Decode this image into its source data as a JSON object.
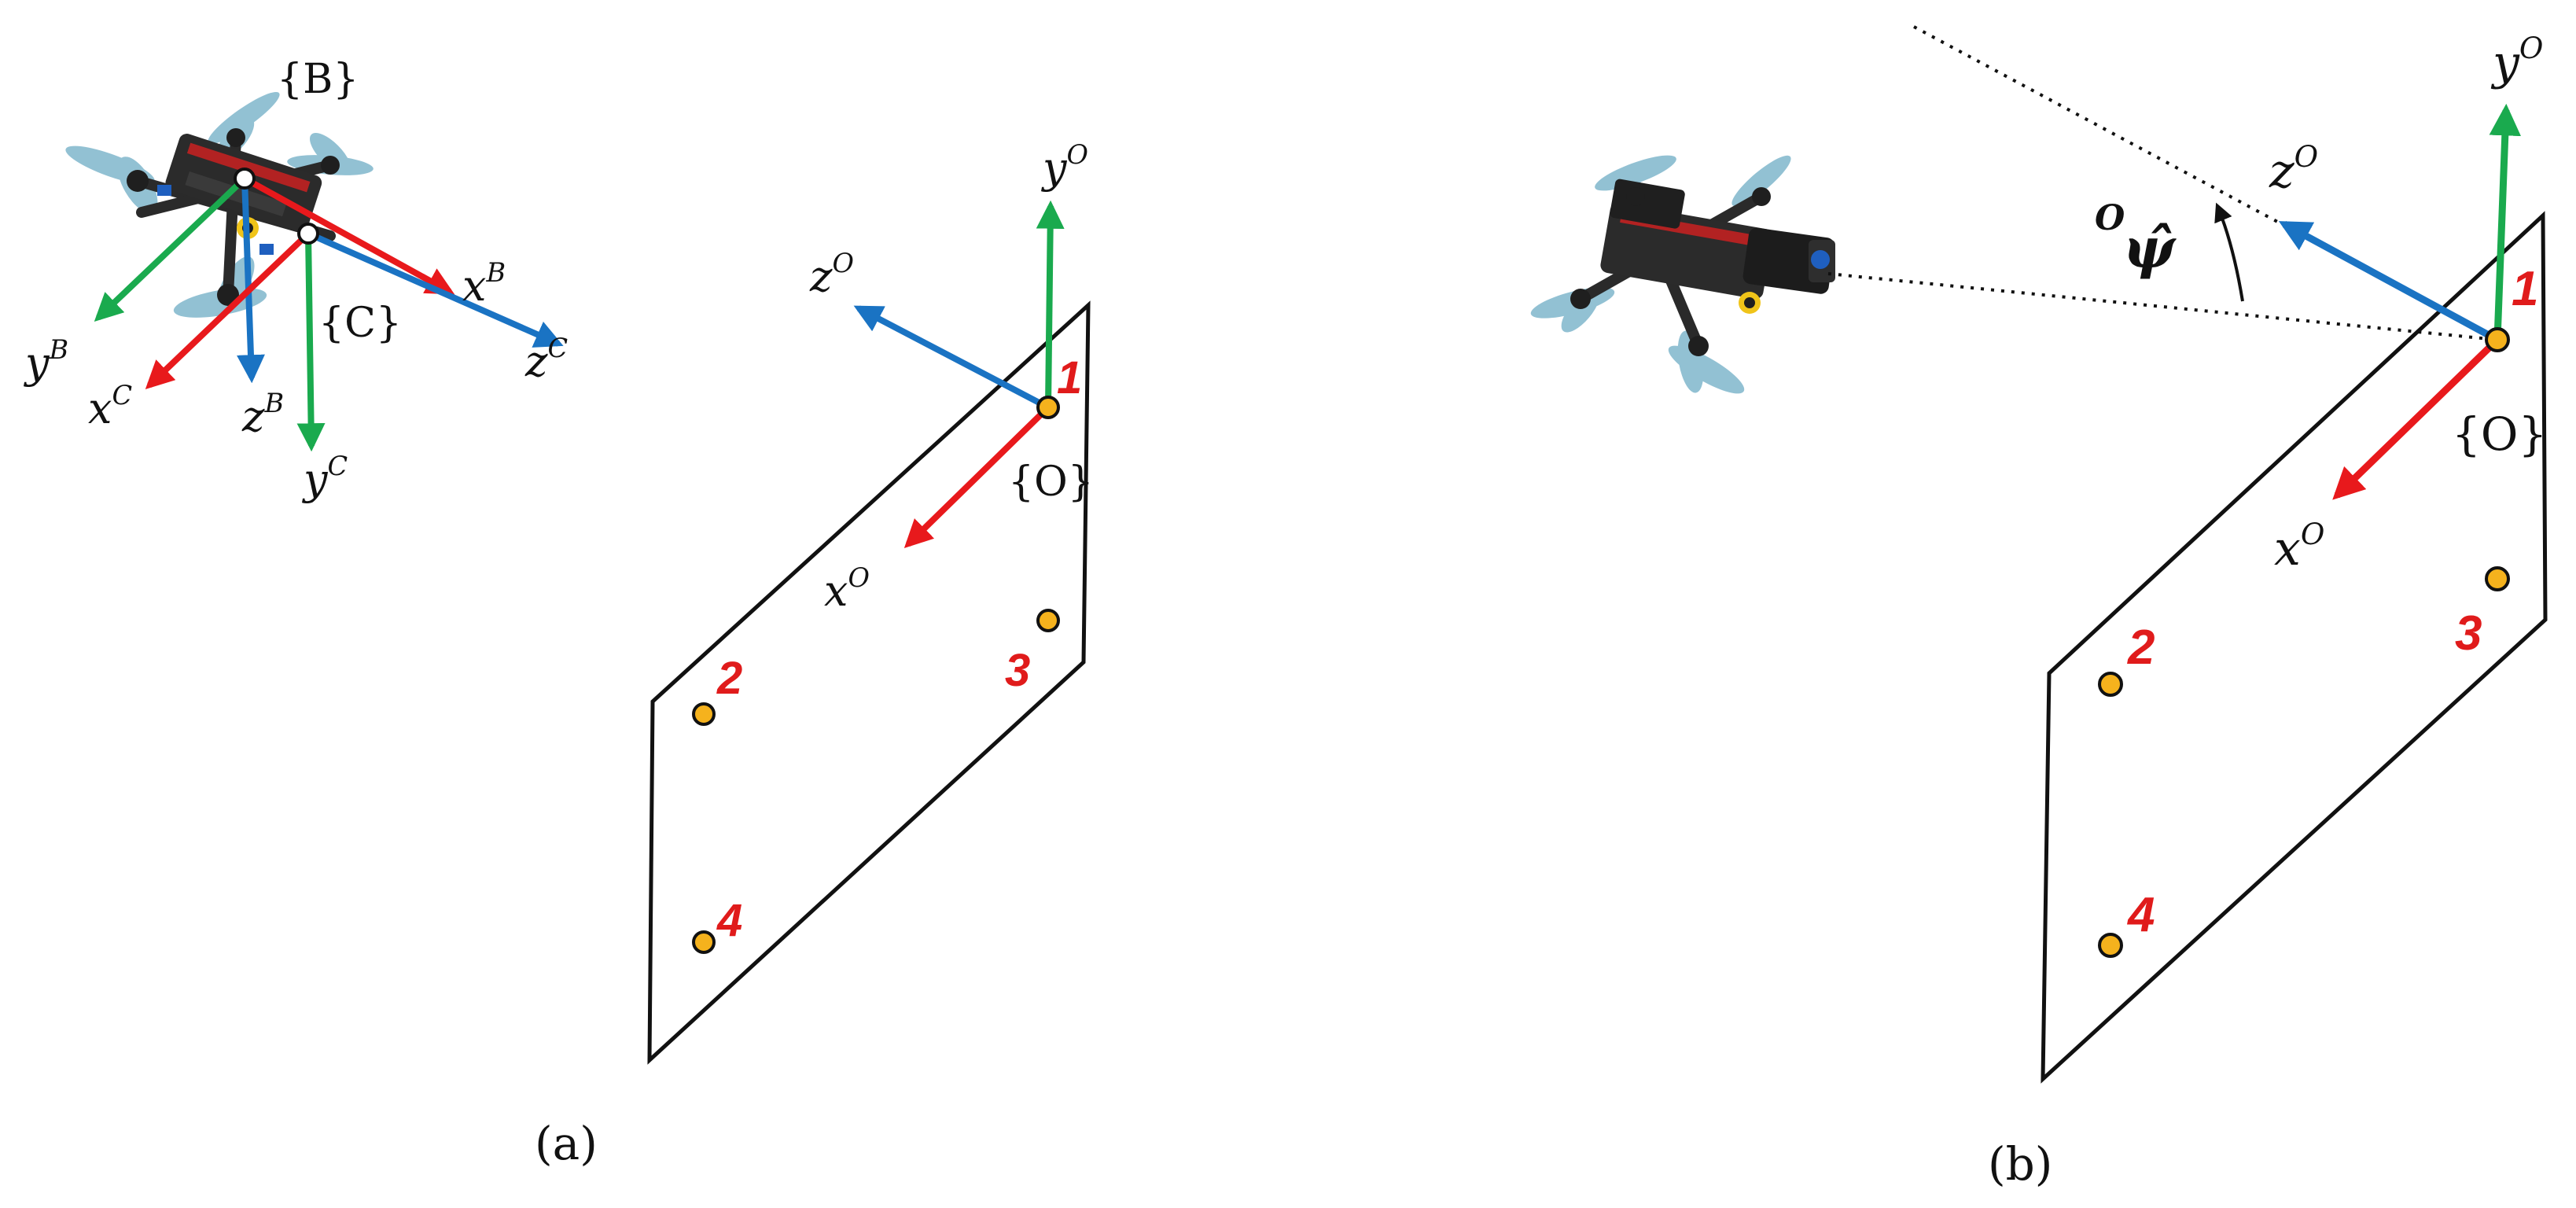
{
  "colors": {
    "x_axis": "#e8191c",
    "y_axis": "#1aaa4e",
    "z_axis": "#1a73c3",
    "marker_fill": "#f5b21d",
    "marker_number": "#e01b1b",
    "outline": "#111111",
    "drone_frame": "#2a2a2a",
    "propeller": "#7fb6cc"
  },
  "panel_a": {
    "caption": "(a)",
    "frame_B": "{B}",
    "frame_C": "{C}",
    "frame_O": "{O}",
    "axes": {
      "xB": {
        "base": "x",
        "sup": "B"
      },
      "yB": {
        "base": "y",
        "sup": "B"
      },
      "zB": {
        "base": "z",
        "sup": "B"
      },
      "xC": {
        "base": "x",
        "sup": "C"
      },
      "yC": {
        "base": "y",
        "sup": "C"
      },
      "zC": {
        "base": "z",
        "sup": "C"
      },
      "xO": {
        "base": "x",
        "sup": "O"
      },
      "yO": {
        "base": "y",
        "sup": "O"
      },
      "zO": {
        "base": "z",
        "sup": "O"
      }
    },
    "markers": [
      "1",
      "2",
      "3",
      "4"
    ]
  },
  "panel_b": {
    "caption": "(b)",
    "frame_O": "{O}",
    "angle": {
      "pre": "O",
      "symbol": "ψ̂"
    },
    "axes": {
      "xO": {
        "base": "x",
        "sup": "O"
      },
      "yO": {
        "base": "y",
        "sup": "O"
      },
      "zO": {
        "base": "z",
        "sup": "O"
      }
    },
    "markers": [
      "1",
      "2",
      "3",
      "4"
    ]
  },
  "icons": {
    "drone_a": "quadrotor-drone-icon",
    "drone_b": "quadrotor-drone-with-camera-icon"
  }
}
